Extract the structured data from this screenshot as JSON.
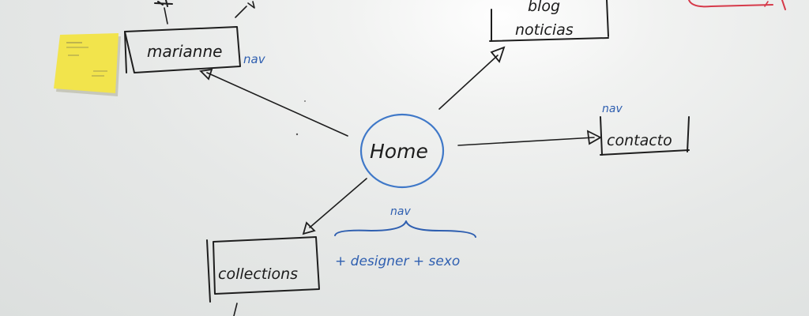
{
  "nodes": {
    "home": "Home",
    "marianne": "marianne",
    "blog": "blog",
    "noticias": "noticias",
    "contacto": "contacto",
    "collections": "collections"
  },
  "annotations": {
    "nav_marianne": "nav",
    "nav_contacto": "nav",
    "nav_collections": "nav",
    "designer_sexo": "+ designer + sexo"
  },
  "colors": {
    "board": "#e6e8e7",
    "marker_black": "#1e1e1e",
    "marker_blue": "#2f5fb0",
    "marker_red": "#d63a4a",
    "sticky_note": "#f2e44c"
  }
}
